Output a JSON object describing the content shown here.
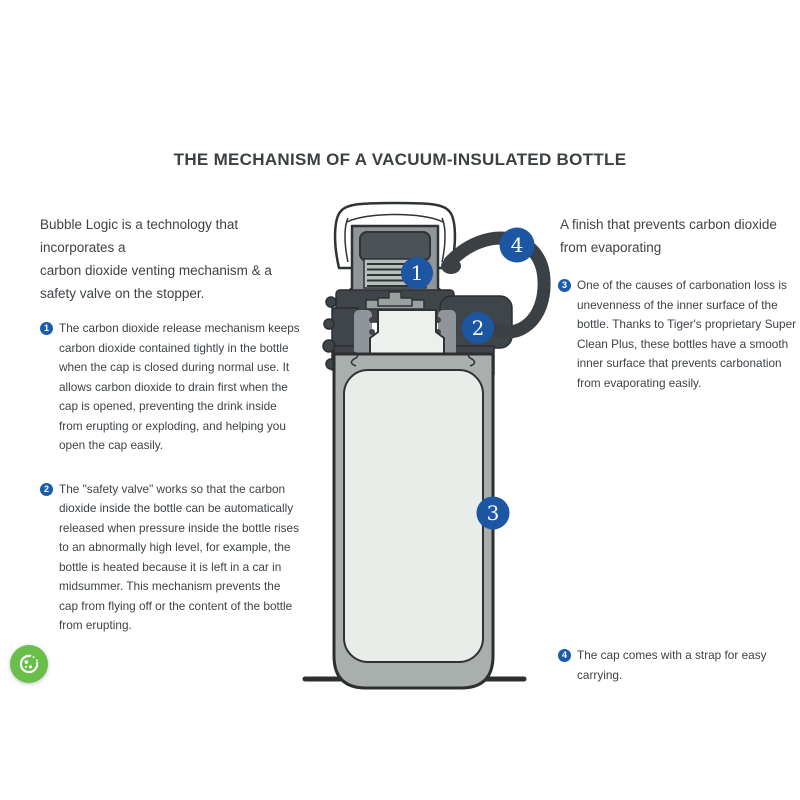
{
  "title": "THE MECHANISM OF A VACUUM-INSULATED BOTTLE",
  "left_column": {
    "intro": "Bubble Logic is a technology that\nincorporates a\ncarbon dioxide venting mechanism & a\nsafety valve on the stopper.",
    "points": [
      {
        "number": "1",
        "text": "The carbon dioxide release mechanism keeps carbon dioxide contained tightly in the bottle when the cap is closed during normal use. It allows carbon dioxide to drain first when the cap is opened, preventing the drink inside from erupting or exploding, and helping you open the cap easily."
      },
      {
        "number": "2",
        "text": "The \"safety valve\" works so that the carbon dioxide inside the bottle can be automatically released when pressure inside the bottle rises to an abnormally high level, for example, the bottle is heated because it is left in a car in midsummer. This mechanism prevents the cap from flying off or the content of the bottle from erupting."
      }
    ]
  },
  "right_column": {
    "heading": "A finish that prevents carbon dioxide\nfrom evaporating",
    "points": [
      {
        "number": "3",
        "text": "One of the causes of carbonation loss is unevenness of the inner surface of the bottle. Thanks to Tiger's proprietary Super Clean Plus, these bottles have a smooth inner surface that prevents carbonation from evaporating easily."
      },
      {
        "number": "4",
        "text": "The cap comes with a strap for easy carrying."
      }
    ]
  },
  "diagram": {
    "markers": [
      "1",
      "2",
      "3",
      "4"
    ],
    "colors": {
      "marker_blue": "#1d56a2",
      "outline_dark": "#2e3336",
      "part_dark": "#3f4548",
      "stopper_gray": "#8f9598",
      "wall_gray": "#a9afac",
      "interior_light": "#e8ede9"
    }
  },
  "cookie_widget": {
    "icon": "cookie-icon",
    "color_green": "#6abf4b"
  }
}
